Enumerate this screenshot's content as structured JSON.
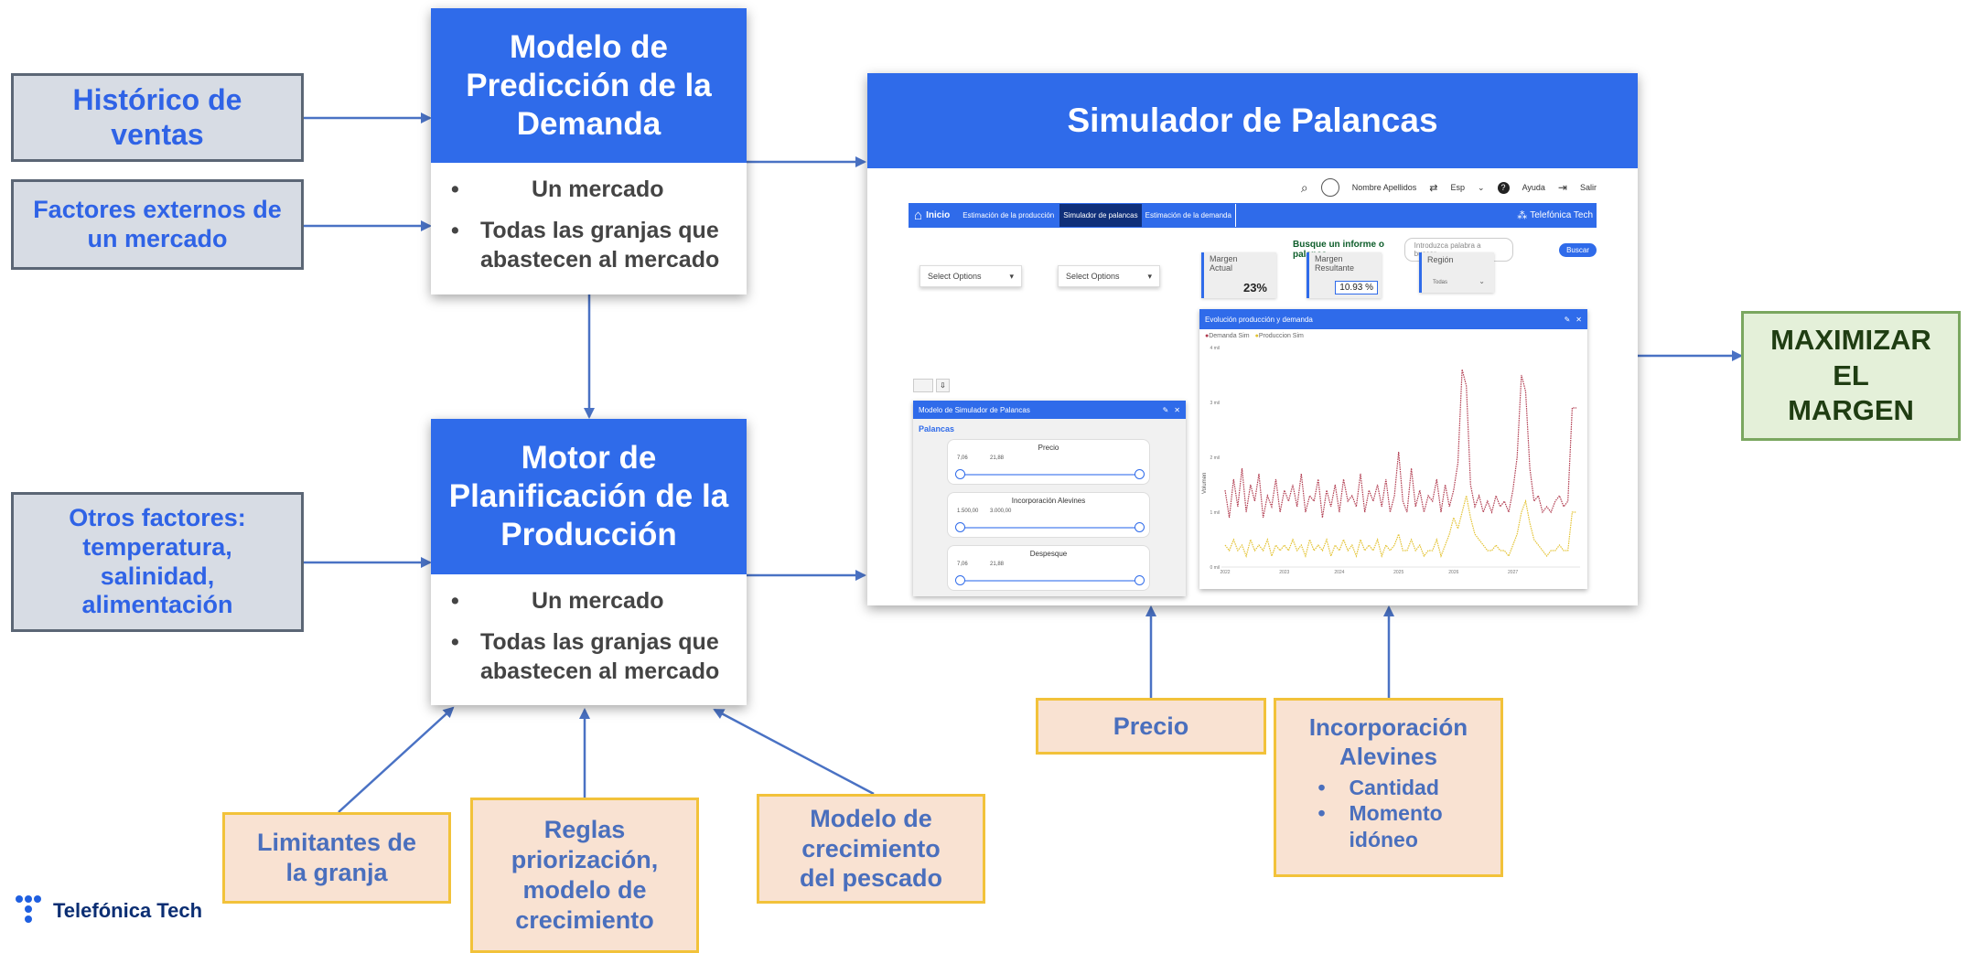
{
  "inputs": {
    "historico": "Histórico de ventas",
    "factores_externos": "Factores externos de un mercado",
    "otros_factores": "Otros factores: temperatura, salinidad, alimentación"
  },
  "demand_model": {
    "title": "Modelo de Predicción de la Demanda",
    "bullets": [
      "Un mercado",
      "Todas las granjas que abastecen al mercado"
    ]
  },
  "production_engine": {
    "title": "Motor de Planificación de la Producción",
    "bullets": [
      "Un mercado",
      "Todas las granjas que abastecen al mercado"
    ]
  },
  "bottom_inputs": {
    "limitantes": "Limitantes de la granja",
    "reglas": "Reglas priorización, modelo de crecimiento",
    "modelo_crecimiento": "Modelo de crecimiento del pescado"
  },
  "simulator": {
    "title": "Simulador de Palancas",
    "topbar": {
      "user": "Nombre Apellidos",
      "lang": "Esp",
      "help": "Ayuda",
      "exit": "Salir"
    },
    "nav": {
      "home": "Inicio",
      "items": [
        "Estimación de la producción",
        "Simulador de palancas",
        "Estimación de la demanda"
      ],
      "brand": "Telefónica Tech"
    },
    "search": {
      "label": "Busque un informe o palanca",
      "placeholder": "Introduzca palabra a buscar",
      "button": "Buscar"
    },
    "kpis": {
      "margen_actual_label": "Margen Actual",
      "margen_actual_value": "23%",
      "margen_resultante_label": "Margen Resultante",
      "margen_resultante_value": "10.93 %",
      "region_label": "Región",
      "region_value": "Todas"
    },
    "selects": [
      "Select Options",
      "Select Options"
    ],
    "panel": {
      "title": "Modelo de Simulador de Palancas",
      "section": "Palancas",
      "sliders": [
        {
          "name": "Precio",
          "min": "7,06",
          "max": "21,88"
        },
        {
          "name": "Incorporación Alevines",
          "min": "1.500,00",
          "max": "3.000,00"
        },
        {
          "name": "Despesque",
          "min": "7,06",
          "max": "21,88"
        }
      ]
    },
    "chart_panel": {
      "title": "Evolución producción y demanda"
    }
  },
  "chart_data": {
    "type": "line",
    "x": [
      2022,
      2023,
      2024,
      2025,
      2026,
      2027
    ],
    "ylabel": "Volumen",
    "y_ticks": [
      "0 mil",
      "1 mil",
      "2 mil",
      "3 mil",
      "4 mil"
    ],
    "ylim": [
      0,
      4
    ],
    "series": [
      {
        "name": "Demanda Sim",
        "color": "#b03a4e",
        "values": [
          1.4,
          0.9,
          1.6,
          1.1,
          1.8,
          1.0,
          1.5,
          1.2,
          1.7,
          0.9,
          1.3,
          1.1,
          1.6,
          1.0,
          1.4,
          1.2,
          1.5,
          1.1,
          1.7,
          1.0,
          1.3,
          1.2,
          1.6,
          0.9,
          1.4,
          1.1,
          1.5,
          1.0,
          1.6,
          1.2,
          1.3,
          1.1,
          1.7,
          1.0,
          1.4,
          1.2,
          1.5,
          1.1,
          1.6,
          1.0,
          1.3,
          2.1,
          1.2,
          1.0,
          1.8,
          1.1,
          1.4,
          1.0,
          1.3,
          1.2,
          1.6,
          1.0,
          1.5,
          1.1,
          1.4,
          1.9,
          3.6,
          3.3,
          1.5,
          1.1,
          1.3,
          1.0,
          1.2,
          1.0,
          1.3,
          1.1,
          1.2,
          1.0,
          1.4,
          2.0,
          3.5,
          3.2,
          1.8,
          1.2,
          1.3,
          1.0,
          1.1,
          1.0,
          1.2,
          1.3,
          1.1,
          1.2,
          2.9,
          2.9
        ]
      },
      {
        "name": "Produccion Sim",
        "color": "#e3c230",
        "values": [
          0.4,
          0.3,
          0.5,
          0.3,
          0.4,
          0.2,
          0.5,
          0.3,
          0.4,
          0.3,
          0.5,
          0.2,
          0.4,
          0.3,
          0.4,
          0.3,
          0.5,
          0.3,
          0.4,
          0.2,
          0.5,
          0.3,
          0.4,
          0.3,
          0.5,
          0.2,
          0.4,
          0.3,
          0.5,
          0.3,
          0.4,
          0.2,
          0.5,
          0.3,
          0.4,
          0.3,
          0.5,
          0.2,
          0.4,
          0.3,
          0.4,
          0.6,
          0.3,
          0.3,
          0.5,
          0.3,
          0.4,
          0.2,
          0.3,
          0.3,
          0.5,
          0.2,
          0.4,
          0.6,
          0.9,
          0.7,
          1.0,
          1.3,
          0.9,
          0.6,
          0.5,
          0.4,
          0.3,
          0.3,
          0.4,
          0.3,
          0.3,
          0.2,
          0.4,
          0.6,
          1.0,
          1.2,
          0.8,
          0.5,
          0.4,
          0.3,
          0.2,
          0.3,
          0.3,
          0.4,
          0.3,
          0.3,
          1.0,
          1.0
        ]
      }
    ]
  },
  "levers": {
    "precio": "Precio",
    "incorporacion_title": "Incorporación Alevines",
    "incorporacion_items": [
      "Cantidad",
      "Momento idóneo"
    ]
  },
  "output": {
    "label": "MAXIMIZAR EL MARGEN"
  },
  "logo": {
    "text": "Telefónica Tech"
  },
  "colors": {
    "blue": "#2f6bea",
    "arrow": "#4a72c4",
    "orange_border": "#f2c23a",
    "green_border": "#7aa75f"
  }
}
